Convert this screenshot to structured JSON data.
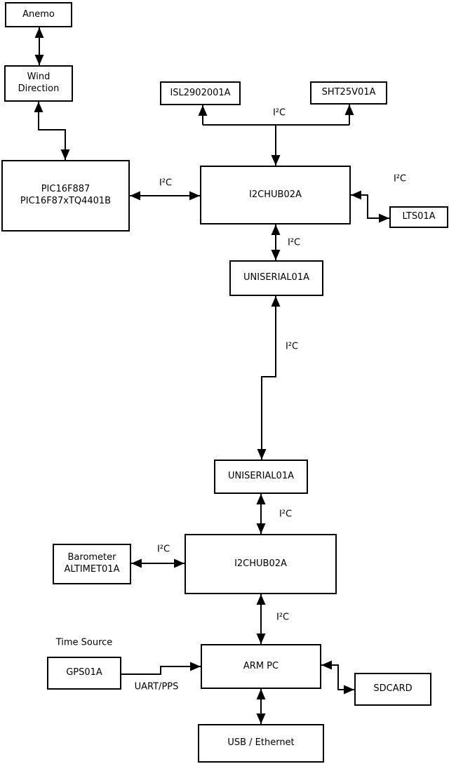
{
  "nodes": {
    "anemo": {
      "label": "Anemo"
    },
    "wind_direction": {
      "line1": "Wind",
      "line2": "Direction"
    },
    "pic": {
      "line1": "PIC16F887",
      "line2": "PIC16F87xTQ4401B"
    },
    "isl2902001a": {
      "label": "ISL2902001A"
    },
    "sht25v01a": {
      "label": "SHT25V01A"
    },
    "i2chub_top": {
      "label": "I2CHUB02A"
    },
    "lts01a": {
      "label": "LTS01A"
    },
    "uniserial_top": {
      "label": "UNISERIAL01A"
    },
    "uniserial_bottom": {
      "label": "UNISERIAL01A"
    },
    "i2chub_bottom": {
      "label": "I2CHUB02A"
    },
    "barometer": {
      "line1": "Barometer",
      "line2": "ALTIMET01A"
    },
    "gps01a": {
      "label": "GPS01A"
    },
    "arm_pc": {
      "label": "ARM PC"
    },
    "sdcard": {
      "label": "SDCARD"
    },
    "usb_ethernet": {
      "label": "USB / Ethernet"
    }
  },
  "labels": {
    "i2c_branch": "I²C",
    "i2c_pic_hub": "I²C",
    "i2c_hub_lts": "I²C",
    "i2c_hub_uniserial": "I²C",
    "i2c_uniserial_link": "I²C",
    "i2c_uniserial_hub": "I²C",
    "i2c_barometer_hub": "I²C",
    "i2c_hub_armpc": "I²C",
    "time_source": "Time Source",
    "uart_pps": "UART/PPS"
  },
  "colors": {
    "line": "#000000",
    "box_border": "#000000",
    "box_fill": "#ffffff",
    "text": "#000000",
    "background": "#ffffff"
  }
}
